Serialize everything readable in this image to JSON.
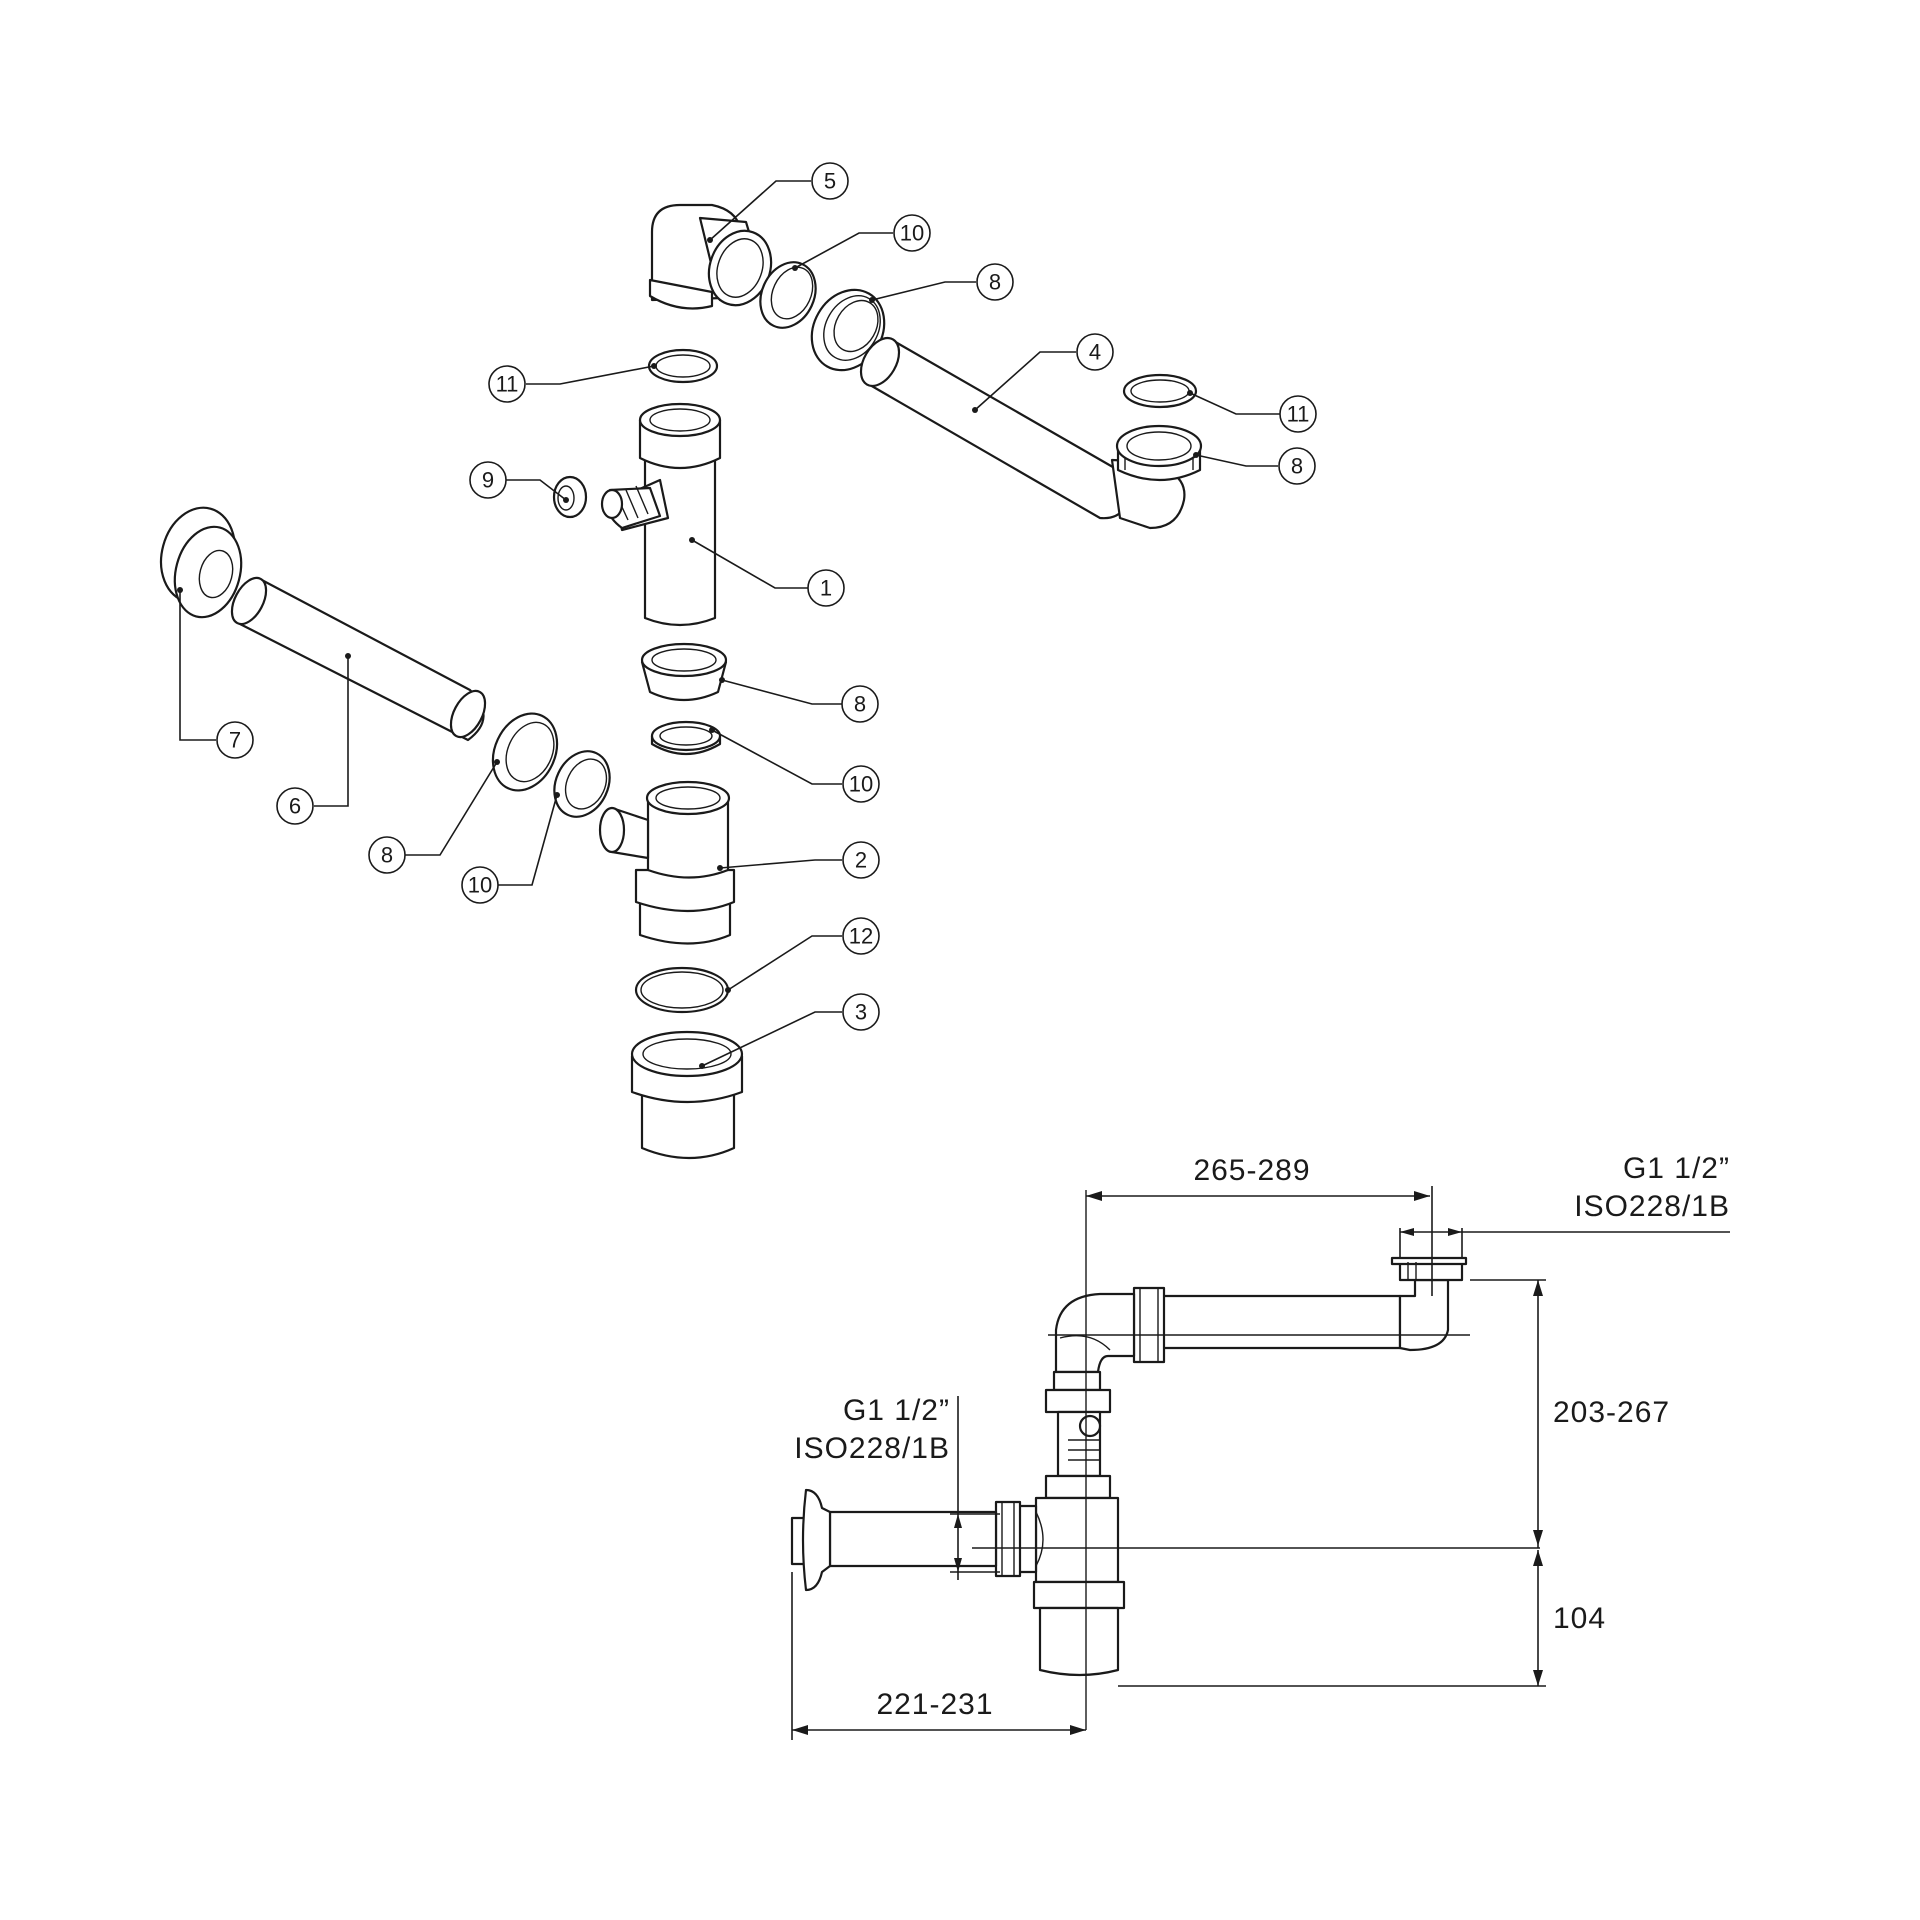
{
  "callouts": [
    {
      "id": "c5",
      "label": "5"
    },
    {
      "id": "c10a",
      "label": "10"
    },
    {
      "id": "c8a",
      "label": "8"
    },
    {
      "id": "c4",
      "label": "4"
    },
    {
      "id": "c11a",
      "label": "11"
    },
    {
      "id": "c11b",
      "label": "11"
    },
    {
      "id": "c8b",
      "label": "8"
    },
    {
      "id": "c9",
      "label": "9"
    },
    {
      "id": "c1",
      "label": "1"
    },
    {
      "id": "c8c",
      "label": "8"
    },
    {
      "id": "c7",
      "label": "7"
    },
    {
      "id": "c10b",
      "label": "10"
    },
    {
      "id": "c6",
      "label": "6"
    },
    {
      "id": "c2",
      "label": "2"
    },
    {
      "id": "c8d",
      "label": "8"
    },
    {
      "id": "c10c",
      "label": "10"
    },
    {
      "id": "c12",
      "label": "12"
    },
    {
      "id": "c3",
      "label": "3"
    }
  ],
  "dimensions": {
    "top_width": "265-289",
    "top_thread_line1": "G1  1/2”",
    "top_thread_line2": "ISO228/1B",
    "side_thread_line1": "G1  1/2”",
    "side_thread_line2": "ISO228/1B",
    "height_upper": "203-267",
    "height_lower": "104",
    "bottom_width": "221-231"
  }
}
